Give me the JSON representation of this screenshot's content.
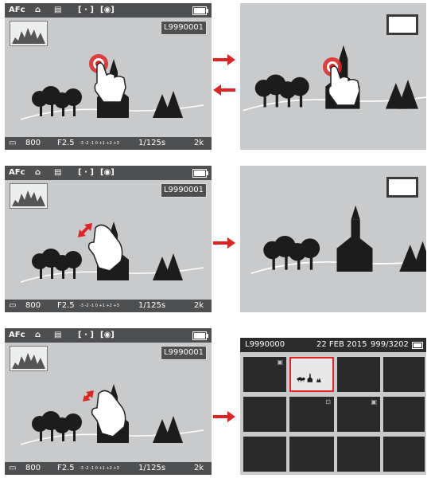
{
  "camera": {
    "af_mode": "AFc",
    "file_number": "L9990001",
    "iso": "800",
    "aperture": "F2.5",
    "shutter": "1/125s",
    "remaining": "2k",
    "exposure_scale": "-3 -2 -1 0 +1 +2 +3"
  },
  "gallery": {
    "file_number": "L9990000",
    "date": "22 FEB 2015",
    "counter": "999/3202"
  },
  "colors": {
    "screen_bg": "#c9cacb",
    "bar_bg": "#4e4f51",
    "arrow_red": "#e02424",
    "silhouette": "#1c1c1c"
  },
  "icons": [
    "hand-tap-icon",
    "hand-pinch-out-icon",
    "hand-pinch-in-icon",
    "battery-icon",
    "histogram-icon"
  ]
}
